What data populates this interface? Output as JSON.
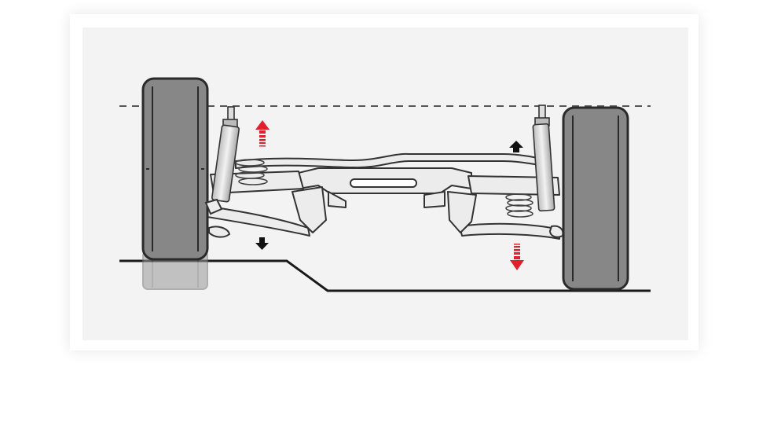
{
  "diagram": {
    "kind": "suspension-articulation-illustration",
    "colors": {
      "tire": "#878787",
      "tire_outline": "#2a2a2a",
      "frame": "#eeeeee",
      "outline": "#333333",
      "ground": "#1a1a1a",
      "dashed_line": "#555555",
      "arrow_black": "#111111",
      "arrow_red": "#e2202b",
      "ghost_tire": "#bdbdbd",
      "panel_bg": "#f3f3f3"
    },
    "arrows": [
      {
        "name": "left-shock-up",
        "direction": "up",
        "color": "red"
      },
      {
        "name": "left-wheel-down",
        "direction": "down",
        "color": "black"
      },
      {
        "name": "right-shock-up",
        "direction": "up",
        "color": "black"
      },
      {
        "name": "right-wheel-down",
        "direction": "down",
        "color": "red"
      }
    ]
  }
}
